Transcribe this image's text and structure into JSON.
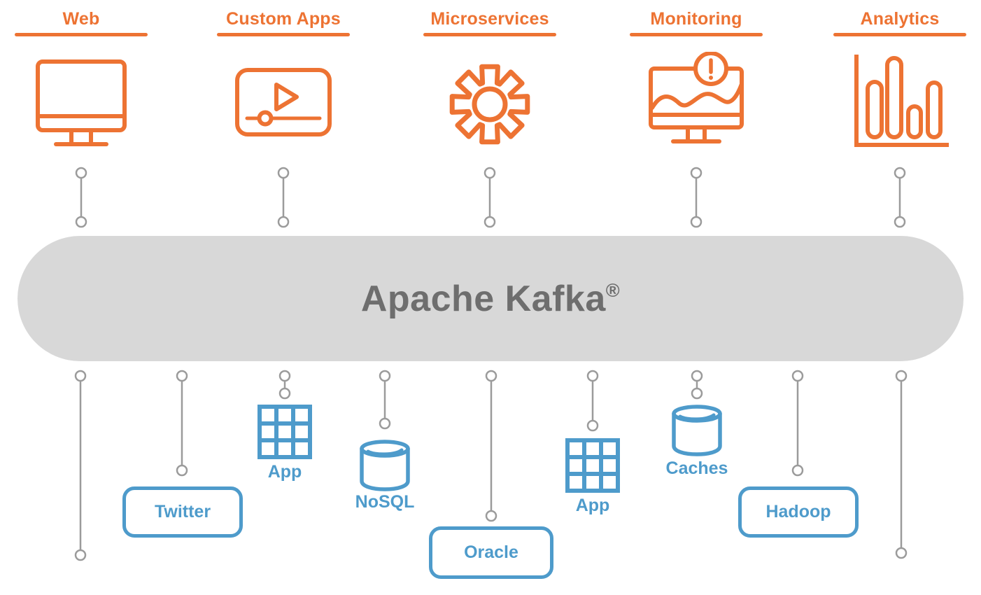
{
  "colors": {
    "orange": "#ED7333",
    "blue": "#4E9BCB",
    "pill": "#D8D8D8",
    "title": "#6E6E6E",
    "line": "#9B9B9B"
  },
  "kafka": {
    "name": "Apache Kafka",
    "trademark": "®"
  },
  "producers": [
    {
      "label": "Web",
      "icon": "desktop-monitor-icon"
    },
    {
      "label": "Custom Apps",
      "icon": "media-player-icon"
    },
    {
      "label": "Microservices",
      "icon": "gear-icon"
    },
    {
      "label": "Monitoring",
      "icon": "alert-monitor-icon"
    },
    {
      "label": "Analytics",
      "icon": "bar-chart-icon"
    }
  ],
  "consumers": [
    {
      "label": "Twitter",
      "kind": "box"
    },
    {
      "label": "App",
      "kind": "app-grid-icon"
    },
    {
      "label": "NoSQL",
      "kind": "database-icon"
    },
    {
      "label": "Oracle",
      "kind": "box"
    },
    {
      "label": "App",
      "kind": "app-grid-icon"
    },
    {
      "label": "Caches",
      "kind": "database-icon"
    },
    {
      "label": "Hadoop",
      "kind": "box"
    }
  ]
}
